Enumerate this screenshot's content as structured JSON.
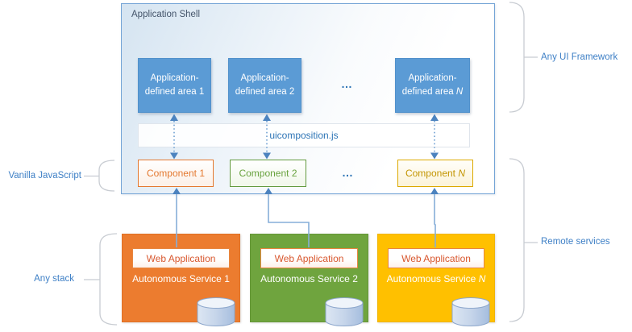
{
  "shell": {
    "title": "Application Shell",
    "composition_bar_label": "uicomposition.js"
  },
  "areas": {
    "items": [
      {
        "line1": "Application-",
        "line2": "defined area",
        "n": "1"
      },
      {
        "line1": "Application-",
        "line2": "defined area",
        "n": "2"
      },
      {
        "line1": "Application-",
        "line2": "defined area",
        "n": "N"
      }
    ],
    "ellipsis": "…"
  },
  "components": {
    "items": [
      {
        "label": "Component",
        "n": "1"
      },
      {
        "label": "Component",
        "n": "2"
      },
      {
        "label": "Component",
        "n": "N"
      }
    ],
    "ellipsis": "…"
  },
  "services": {
    "items": [
      {
        "webapp_label": "Web Application",
        "label": "Autonomous Service",
        "n": "1"
      },
      {
        "webapp_label": "Web Application",
        "label": "Autonomous Service",
        "n": "2"
      },
      {
        "webapp_label": "Web Application",
        "label": "Autonomous Service",
        "n": "N"
      }
    ]
  },
  "side_labels": {
    "any_ui_framework": "Any UI Framework",
    "vanilla_javascript": "Vanilla JavaScript",
    "remote_services": "Remote services",
    "any_stack": "Any stack"
  },
  "colors": {
    "shell_blue": "#5B9BD5",
    "service_orange": "#EC7C2F",
    "service_green": "#6FA43E",
    "service_amber": "#FFC000",
    "side_label_blue": "#3F80C6",
    "arrow_blue": "#4C83BF",
    "brace_gray": "#C8CCD2",
    "webapp_text": "#D8572E",
    "shell_title_text": "#44546A",
    "bar_text": "#2E75B6"
  }
}
